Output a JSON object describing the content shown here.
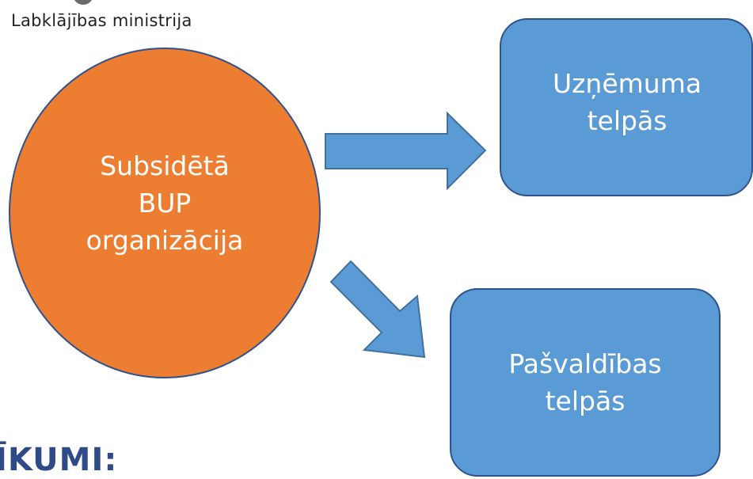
{
  "header": {
    "organization": "Labklājības ministrija"
  },
  "diagram": {
    "source": {
      "line1": "Subsidētā",
      "line2": "BUP",
      "line3": "organizācija",
      "fill": "#ed7d31"
    },
    "target_top": {
      "line1": "Uzņēmuma",
      "line2": "telpās",
      "fill": "#5b9bd5"
    },
    "target_bottom": {
      "line1": "Pašvaldības",
      "line2": "telpās",
      "fill": "#5b9bd5"
    },
    "arrow_color": "#5b9bd5",
    "stroke_color": "#2f528f"
  },
  "footer": {
    "text": "ĪKUMI:"
  }
}
